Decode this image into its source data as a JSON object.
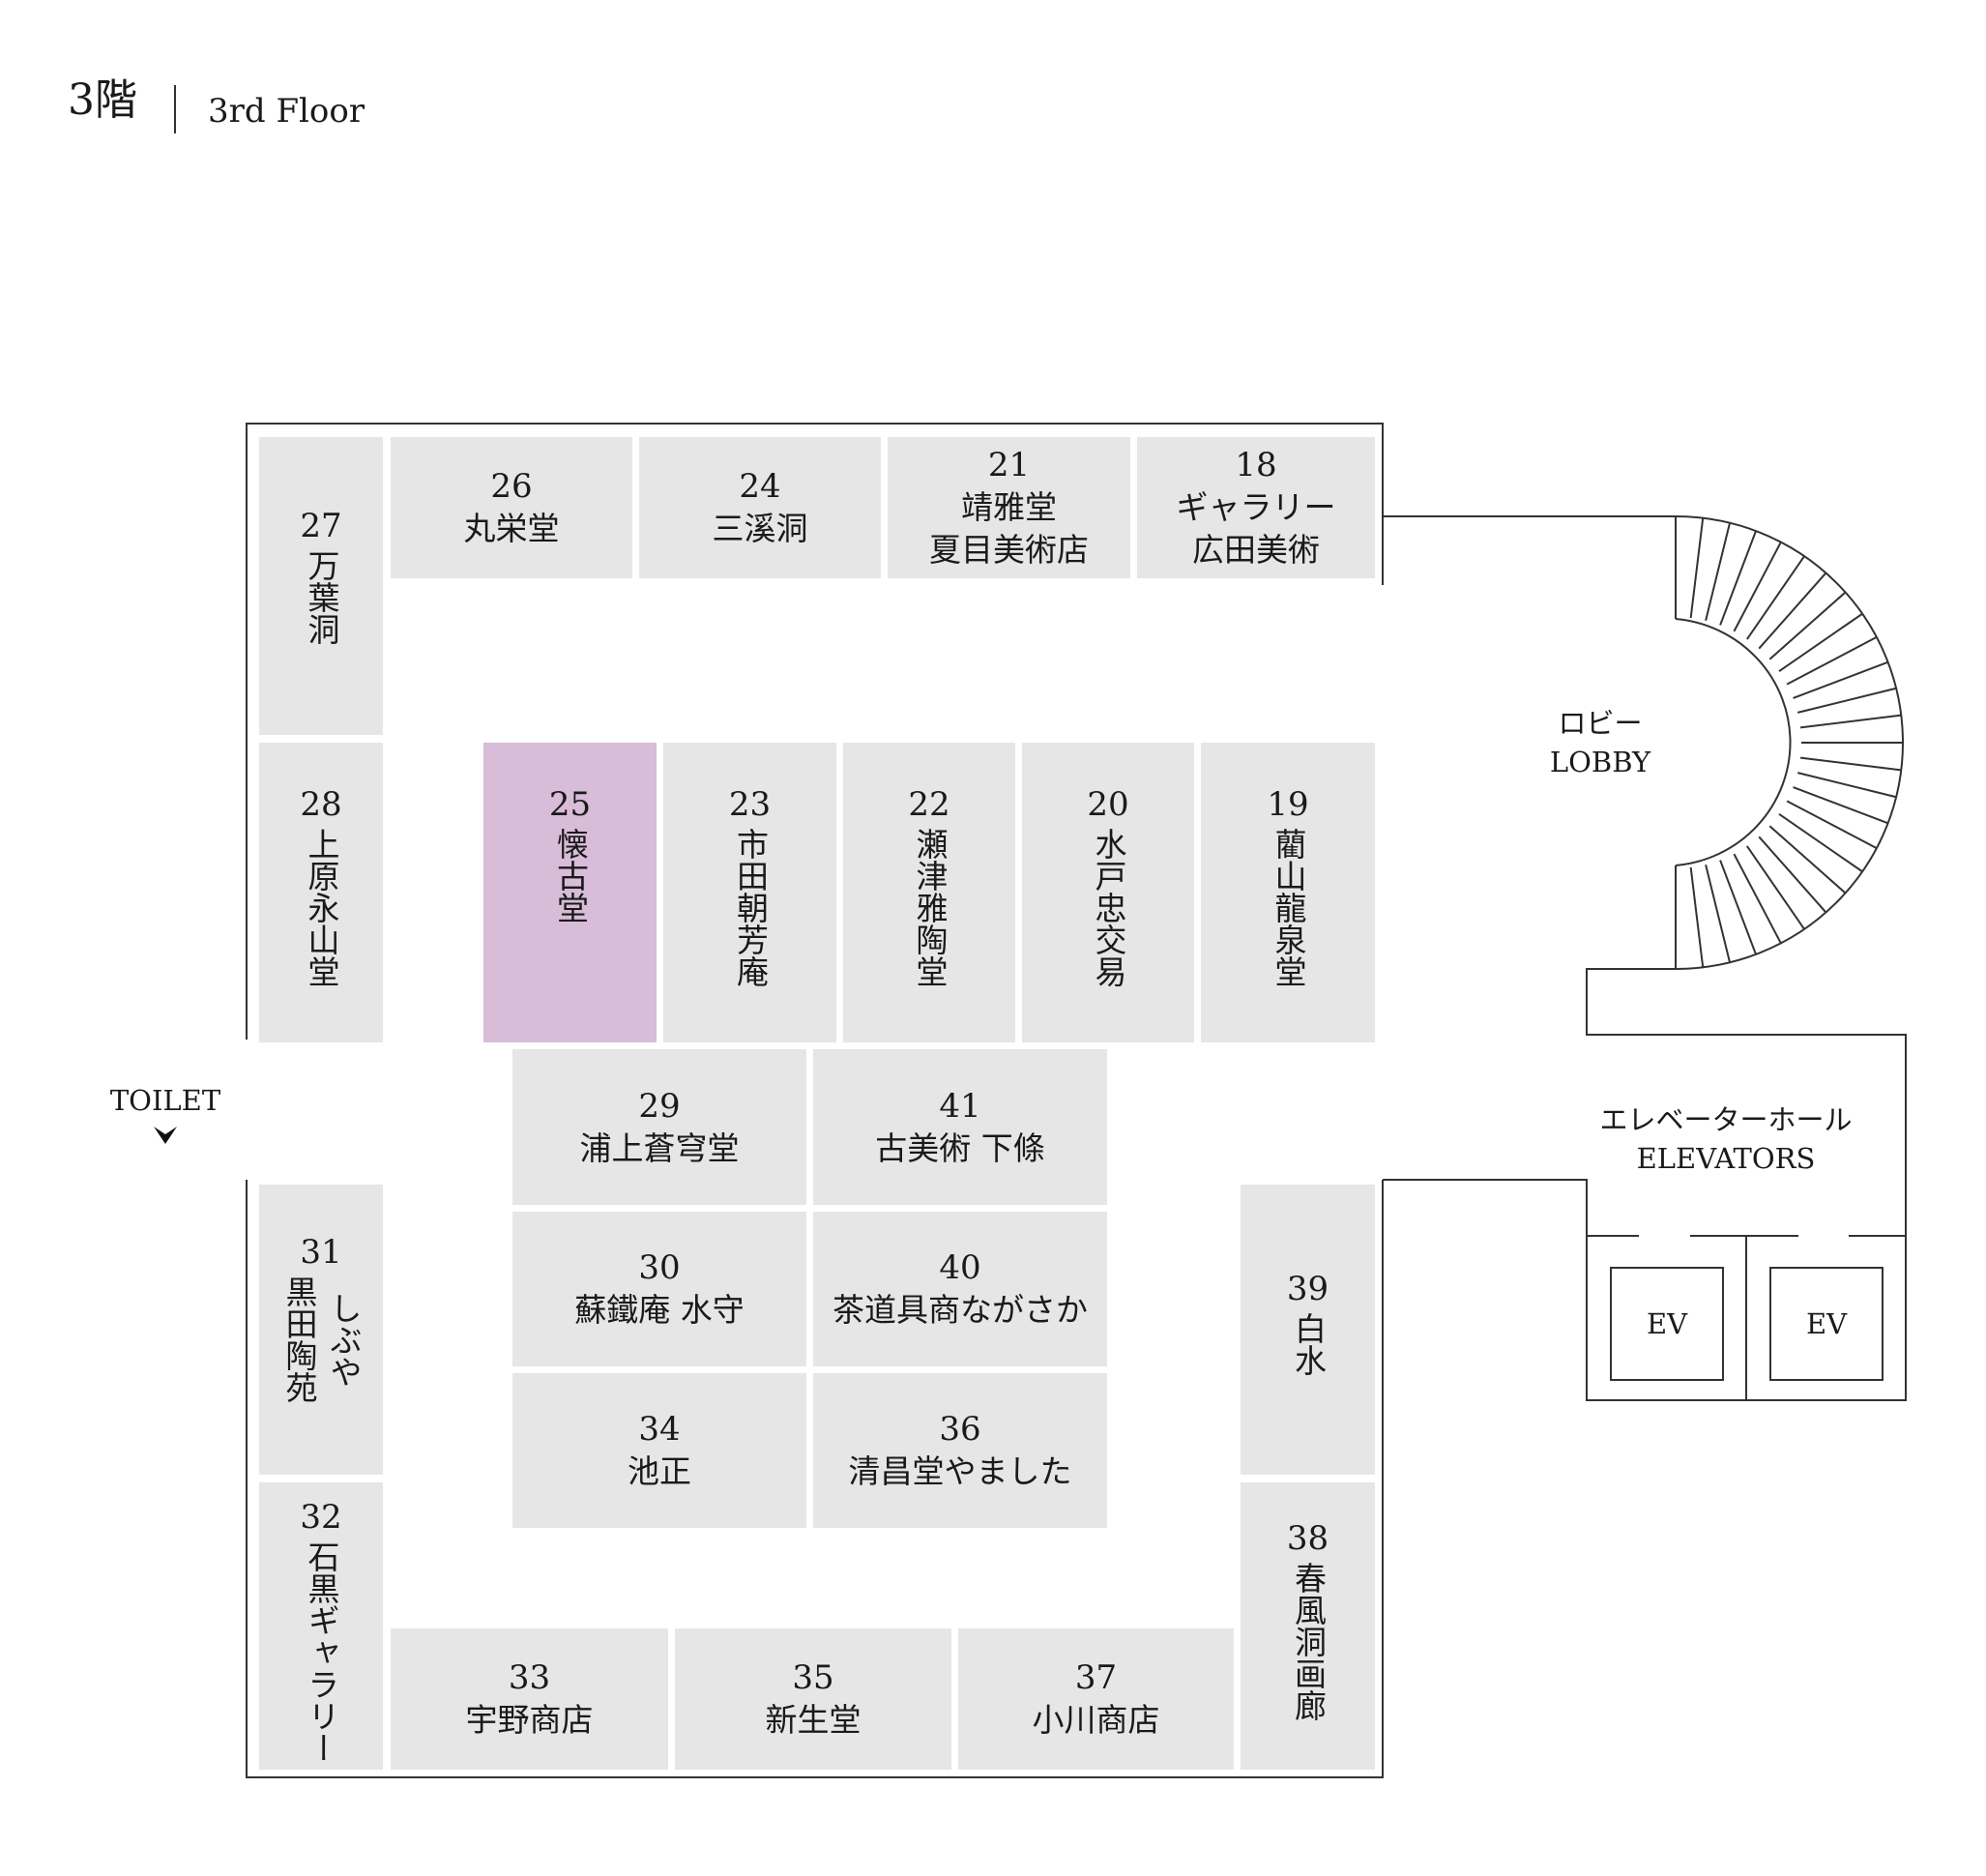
{
  "header": {
    "floor_jp": "3階",
    "floor_en": "3rd Floor"
  },
  "booths": {
    "b27": {
      "number": "27",
      "name": "万葉洞"
    },
    "b26": {
      "number": "26",
      "name": "丸栄堂"
    },
    "b24": {
      "number": "24",
      "name": "三溪洞"
    },
    "b21": {
      "number": "21",
      "name1": "靖雅堂",
      "name2": "夏目美術店"
    },
    "b18": {
      "number": "18",
      "name1": "ギャラリー",
      "name2": "広田美術"
    },
    "b28": {
      "number": "28",
      "name": "上原永山堂"
    },
    "b25": {
      "number": "25",
      "name": "懐古堂"
    },
    "b23": {
      "number": "23",
      "name": "市田朝芳庵"
    },
    "b22": {
      "number": "22",
      "name": "瀬津雅陶堂"
    },
    "b20": {
      "number": "20",
      "name": "水戸忠交易"
    },
    "b19": {
      "number": "19",
      "name": "藺山龍泉堂"
    },
    "b29": {
      "number": "29",
      "name": "浦上蒼穹堂"
    },
    "b41": {
      "number": "41",
      "name": "古美術 下條"
    },
    "b30": {
      "number": "30",
      "name": "蘇鐵庵 水守"
    },
    "b40": {
      "number": "40",
      "name": "茶道具商ながさか"
    },
    "b34": {
      "number": "34",
      "name": "池正"
    },
    "b36": {
      "number": "36",
      "name": "清昌堂やました"
    },
    "b31": {
      "number": "31",
      "name1": "しぶや",
      "name2": "黒田陶苑"
    },
    "b39": {
      "number": "39",
      "name": "白水"
    },
    "b32": {
      "number": "32",
      "name": "石黒ギャラリー"
    },
    "b33": {
      "number": "33",
      "name": "宇野商店"
    },
    "b35": {
      "number": "35",
      "name": "新生堂"
    },
    "b37": {
      "number": "37",
      "name": "小川商店"
    },
    "b38": {
      "number": "38",
      "name": "春風洞画廊"
    }
  },
  "highlight_booth": "25",
  "highlight_color": "#d8bcd8",
  "booth_color": "#e6e6e6",
  "labels": {
    "lobby_jp": "ロビー",
    "lobby_en": "LOBBY",
    "elevators_jp": "エレベーターホール",
    "elevators_en": "ELEVATORS",
    "ev1": "EV",
    "ev2": "EV",
    "toilet": "TOILET"
  },
  "icons": {
    "toilet_direction": "down-arrow-icon",
    "stairs": "spiral-stairs-icon"
  }
}
